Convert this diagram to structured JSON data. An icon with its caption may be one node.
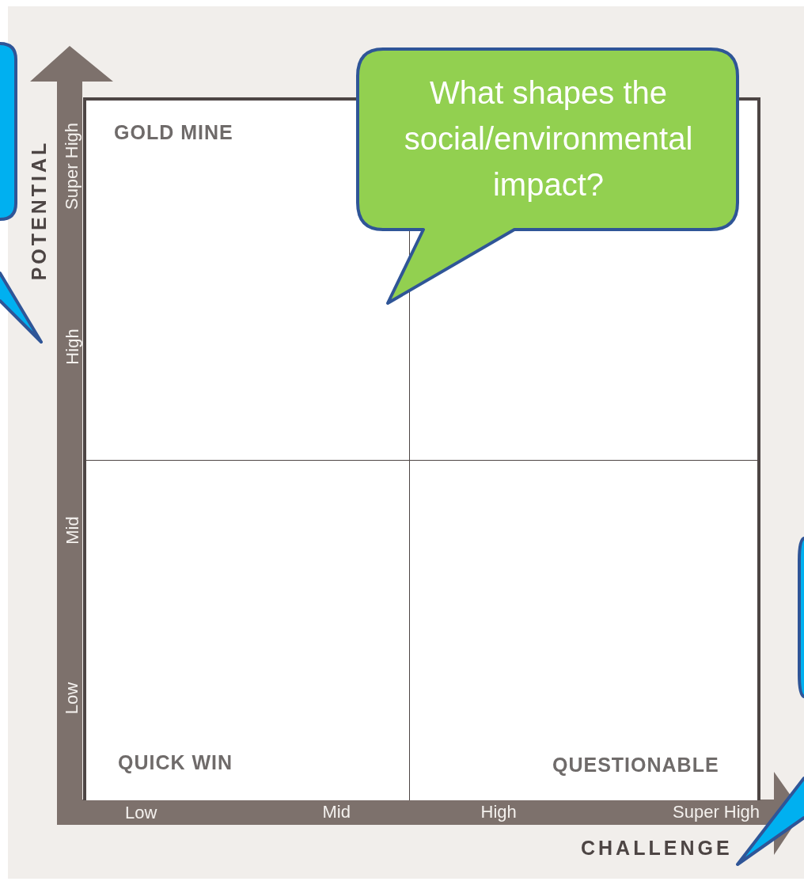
{
  "diagram": {
    "nodes": [
      {
        "text": [],
        "shape": "bubble"
      },
      {
        "text": [
          "What shapes the social/environmental impact?"
        ]
      },
      {
        "text": [
          "GOLD MINE"
        ]
      },
      {
        "text": [],
        "shape": "box"
      },
      {
        "text": [
          "QUICK WIN"
        ]
      },
      {
        "text": [
          "QUESTIONABLE"
        ]
      },
      {
        "text": [],
        "shape": "bubble"
      }
    ],
    "labels": [
      "POTENTIAL",
      "Super High",
      "High",
      "Mid",
      "Low",
      "Low",
      "Mid",
      "High",
      "Super High",
      "CHALLENGE"
    ]
  }
}
